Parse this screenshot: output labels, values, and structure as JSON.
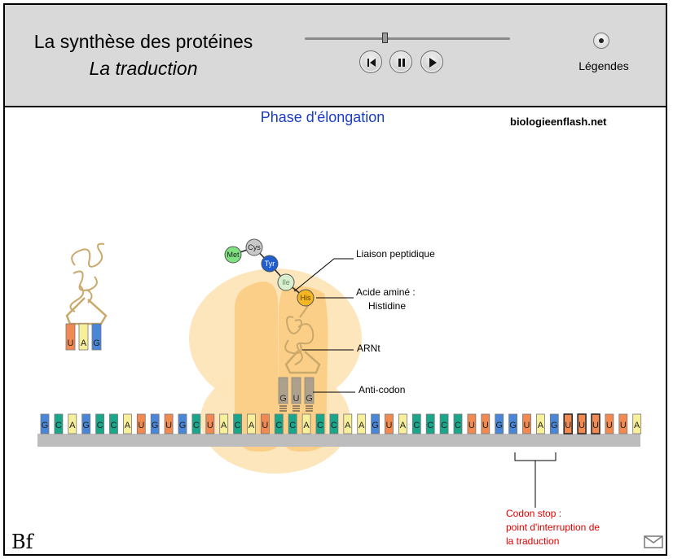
{
  "header": {
    "title_line1": "La synthèse des protéines",
    "title_line2": "La traduction",
    "legend_label": "Légendes",
    "controls": [
      "rewind-to-start",
      "pause",
      "play"
    ],
    "progress_fraction": 0.39
  },
  "main": {
    "phase_title": "Phase d'élongation",
    "site": "biologieenflash.net"
  },
  "mrna": {
    "sequence": [
      "G",
      "C",
      "A",
      "G",
      "C",
      "C",
      "A",
      "U",
      "G",
      "U",
      "G",
      "C",
      "U",
      "A",
      "C",
      "A",
      "U",
      "C",
      "C",
      "A",
      "C",
      "C",
      "A",
      "A",
      "G",
      "U",
      "A",
      "C",
      "C",
      "C",
      "C",
      "U",
      "U",
      "G",
      "G",
      "U",
      "A",
      "G",
      "U",
      "U",
      "U",
      "U",
      "U",
      "A"
    ],
    "stop_codon": [
      "U",
      "A",
      "G"
    ]
  },
  "free_trna": {
    "anticodon": [
      "U",
      "A",
      "G"
    ]
  },
  "active_trna": {
    "anticodon": [
      "G",
      "U",
      "G"
    ]
  },
  "peptide": {
    "amino_acids": [
      "Met",
      "Cys",
      "Tyr",
      "Ile",
      "His"
    ]
  },
  "labels": {
    "peptide_bond": "Liaison peptidique",
    "amino_acid_line1": "Acide aminé :",
    "amino_acid_line2": "Histidine",
    "trna": "ARNt",
    "anticodon": "Anti-codon",
    "stop_line1": "Codon stop :",
    "stop_line2": "point d'interruption de",
    "stop_line3": "la traduction"
  },
  "footer": {
    "logo_text": "Bf"
  },
  "colors": {
    "U": "#f08a50",
    "A": "#f7ef9a",
    "G": "#4a86d8",
    "C": "#1aa68a",
    "ribosome": "#fbd69a",
    "met": "#7ee07e",
    "cys": "#c8c8c8",
    "tyr": "#1f5fd0",
    "ile": "#d8f0d0",
    "his": "#f5b623",
    "stop_label": "#e00000",
    "phase_title": "#1a3cc6"
  }
}
